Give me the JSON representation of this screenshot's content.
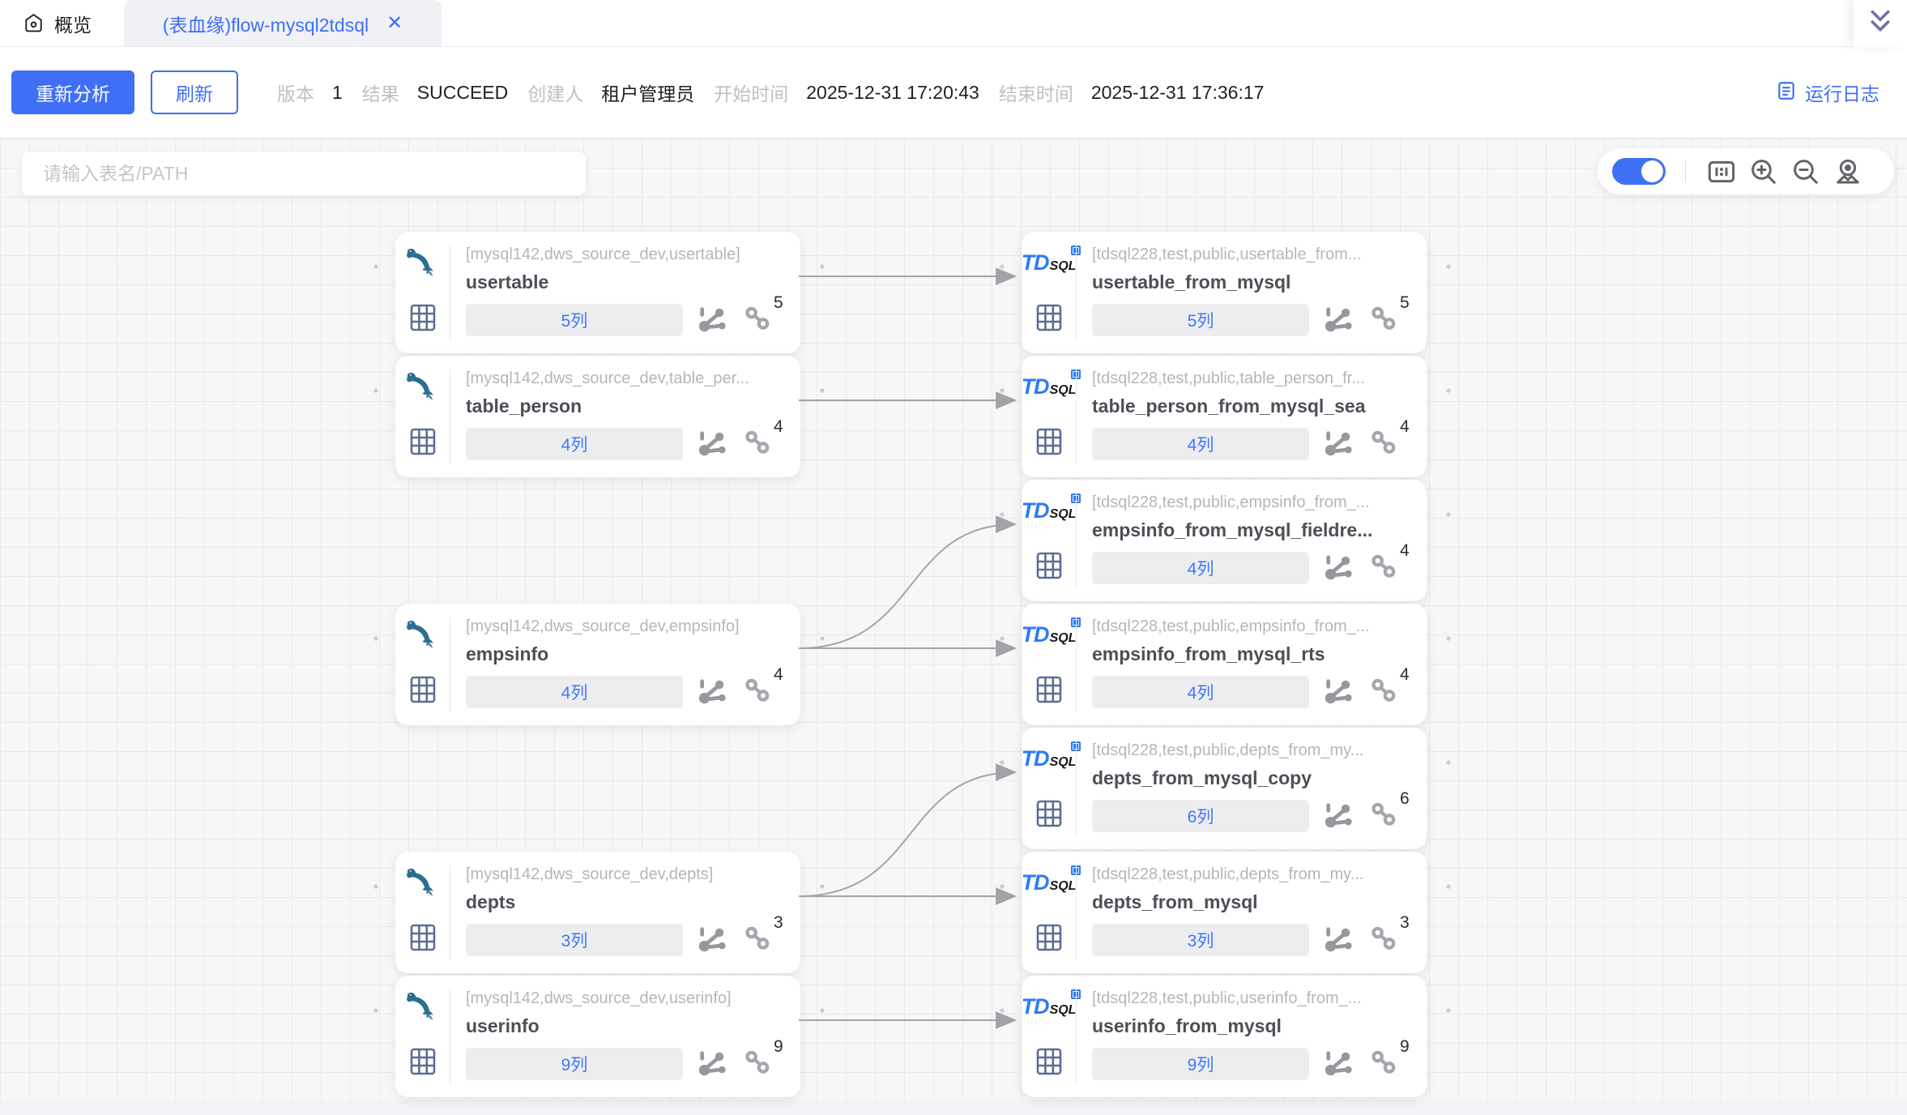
{
  "colors": {
    "primary": "#3e6ff5",
    "edge": "#a5a5aa",
    "mysql_blue": "#2c6e91",
    "tdsql_blue": "#2b7bf6"
  },
  "tab_bar": {
    "home_label": "概览",
    "tab": {
      "label": "(表血缘)flow-mysql2tdsql",
      "close_glyph": "✕"
    }
  },
  "toolbar": {
    "reanalyze_label": "重新分析",
    "refresh_label": "刷新",
    "fields": [
      {
        "label": "版本",
        "value": "1"
      },
      {
        "label": "结果",
        "value": "SUCCEED"
      },
      {
        "label": "创建人",
        "value": "租户管理员"
      },
      {
        "label": "开始时间",
        "value": "2025-12-31 17:20:43"
      },
      {
        "label": "结束时间",
        "value": "2025-12-31 17:36:17"
      }
    ],
    "run_log_label": "运行日志"
  },
  "canvas": {
    "search_placeholder": "请输入表名/PATH",
    "minimap_toggle_on": true,
    "nodes": [
      {
        "id": "usertable",
        "type": "mysql",
        "column": "left",
        "row": 1,
        "path": "[mysql142,dws_source_dev,usertable]",
        "title": "usertable",
        "columns_label": "5列",
        "link_count": "5"
      },
      {
        "id": "table_person",
        "type": "mysql",
        "column": "left",
        "row": 2,
        "path": "[mysql142,dws_source_dev,table_per...",
        "title": "table_person",
        "columns_label": "4列",
        "link_count": "4"
      },
      {
        "id": "empsinfo",
        "type": "mysql",
        "column": "left",
        "row": 4,
        "path": "[mysql142,dws_source_dev,empsinfo]",
        "title": "empsinfo",
        "columns_label": "4列",
        "link_count": "4"
      },
      {
        "id": "depts",
        "type": "mysql",
        "column": "left",
        "row": 6,
        "path": "[mysql142,dws_source_dev,depts]",
        "title": "depts",
        "columns_label": "3列",
        "link_count": "3"
      },
      {
        "id": "userinfo",
        "type": "mysql",
        "column": "left",
        "row": 7,
        "path": "[mysql142,dws_source_dev,userinfo]",
        "title": "userinfo",
        "columns_label": "9列",
        "link_count": "9"
      },
      {
        "id": "usertable_from_mysql",
        "type": "tdsql",
        "column": "right",
        "row": 1,
        "path": "[tdsql228,test,public,usertable_from...",
        "title": "usertable_from_mysql",
        "columns_label": "5列",
        "link_count": "5"
      },
      {
        "id": "table_person_from_mysql_sea",
        "type": "tdsql",
        "column": "right",
        "row": 2,
        "path": "[tdsql228,test,public,table_person_fr...",
        "title": "table_person_from_mysql_sea",
        "columns_label": "4列",
        "link_count": "4"
      },
      {
        "id": "empsinfo_from_mysql_fieldre",
        "type": "tdsql",
        "column": "right",
        "row": 3,
        "path": "[tdsql228,test,public,empsinfo_from_...",
        "title": "empsinfo_from_mysql_fieldre...",
        "columns_label": "4列",
        "link_count": "4"
      },
      {
        "id": "empsinfo_from_mysql_rts",
        "type": "tdsql",
        "column": "right",
        "row": 4,
        "path": "[tdsql228,test,public,empsinfo_from_...",
        "title": "empsinfo_from_mysql_rts",
        "columns_label": "4列",
        "link_count": "4"
      },
      {
        "id": "depts_from_mysql_copy",
        "type": "tdsql",
        "column": "right",
        "row": 5,
        "path": "[tdsql228,test,public,depts_from_my...",
        "title": "depts_from_mysql_copy",
        "columns_label": "6列",
        "link_count": "6"
      },
      {
        "id": "depts_from_mysql",
        "type": "tdsql",
        "column": "right",
        "row": 6,
        "path": "[tdsql228,test,public,depts_from_my...",
        "title": "depts_from_mysql",
        "columns_label": "3列",
        "link_count": "3"
      },
      {
        "id": "userinfo_from_mysql",
        "type": "tdsql",
        "column": "right",
        "row": 7,
        "path": "[tdsql228,test,public,userinfo_from_...",
        "title": "userinfo_from_mysql",
        "columns_label": "9列",
        "link_count": "9"
      }
    ],
    "edges": [
      {
        "from": "usertable",
        "to": "usertable_from_mysql"
      },
      {
        "from": "table_person",
        "to": "table_person_from_mysql_sea"
      },
      {
        "from": "empsinfo",
        "to": "empsinfo_from_mysql_fieldre"
      },
      {
        "from": "empsinfo",
        "to": "empsinfo_from_mysql_rts"
      },
      {
        "from": "depts",
        "to": "depts_from_mysql_copy"
      },
      {
        "from": "depts",
        "to": "depts_from_mysql"
      },
      {
        "from": "userinfo",
        "to": "userinfo_from_mysql"
      }
    ]
  }
}
